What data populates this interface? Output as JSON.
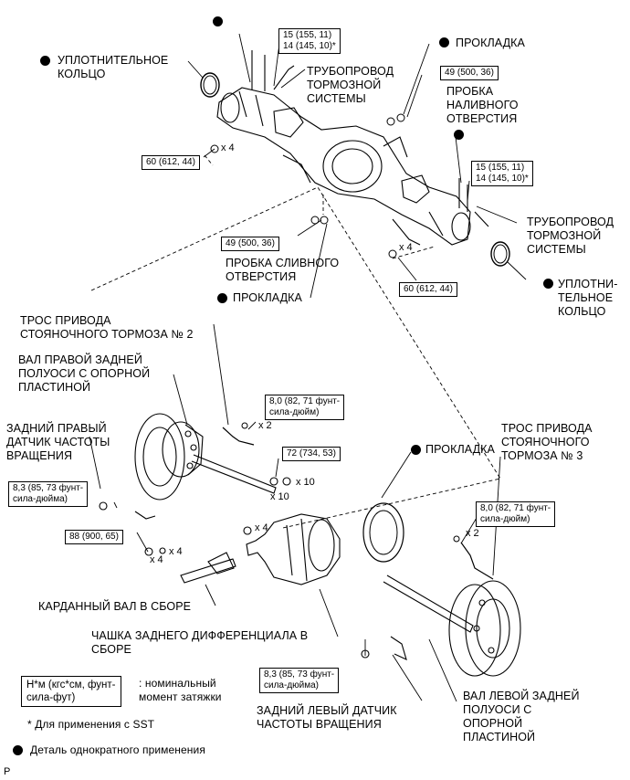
{
  "labels": {
    "seal_ring_top": "УПЛОТНИТЕЛЬНОЕ\nКОЛЬЦО",
    "brake_line_top": "ТРУБОПРОВОД\nТОРМОЗНОЙ\nСИСТЕМЫ",
    "gasket_top": "ПРОКЛАДКА",
    "fill_plug": "ПРОБКА\nНАЛИВНОГО\nОТВЕРСТИЯ",
    "brake_line_right": "ТРУБОПРОВОД\nТОРМОЗНОЙ\nСИСТЕМЫ",
    "seal_ring_right": "УПЛОТНИ-\nТЕЛЬНОЕ\nКОЛЬЦО",
    "drain_plug": "ПРОБКА СЛИВНОГО\nОТВЕРСТИЯ",
    "gasket_mid": "ПРОКЛАДКА",
    "parking_cable_2": "ТРОС ПРИВОДА\nСТОЯНОЧНОГО ТОРМОЗА № 2",
    "right_axle_shaft": "ВАЛ ПРАВОЙ ЗАДНЕЙ\nПОЛУОСИ С ОПОРНОЙ\nПЛАСТИНОЙ",
    "right_speed_sensor": "ЗАДНИЙ ПРАВЫЙ\nДАТЧИК ЧАСТОТЫ\nВРАЩЕНИЯ",
    "gasket_diff": "ПРОКЛАДКА",
    "parking_cable_3": "ТРОС ПРИВОДА\nСТОЯНОЧНОГО\nТОРМОЗА № 3",
    "propeller_shaft": "КАРДАННЫЙ ВАЛ В СБОРЕ",
    "diff_carrier": "ЧАШКА ЗАДНЕГО ДИФФЕРЕНЦИАЛА В\nСБОРЕ",
    "left_speed_sensor": "ЗАДНИЙ ЛЕВЫЙ ДАТЧИК\nЧАСТОТЫ ВРАЩЕНИЯ",
    "left_axle_shaft": "ВАЛ ЛЕВОЙ ЗАДНЕЙ\nПОЛУОСИ С\nОПОРНОЙ\nПЛАСТИНОЙ"
  },
  "torques": {
    "brake_top": "15 (155, 11)\n14 (145, 10)*",
    "fill_plug": "49 (500, 36)",
    "bolts_top_left": "60 (612, 44)",
    "brake_right": "15 (155, 11)\n14 (145, 10)*",
    "drain_plug": "49 (500, 36)",
    "bolts_right": "60 (612, 44)",
    "cable2": "8,0 (82, 71 фунт-\nсила-дюйм)",
    "diff_nuts": "72 (734, 53)",
    "right_sensor": "8,3 (85, 73 фунт-\nсила-дюйма)",
    "prop_shaft": "88 (900, 65)",
    "cable3": "8,0 (82, 71 фунт-\nсила-дюйм)",
    "left_sensor": "8,3 (85, 73 фунт-\nсила-дюйма)"
  },
  "counts": {
    "x4_a": "x 4",
    "x4_b": "x 4",
    "x2_a": "x 2",
    "x10_a": "x 10",
    "x10_b": "x 10",
    "x4_c": "x 4",
    "x4_d": "x 4",
    "x4_e": "x 4",
    "x2_b": "x 2"
  },
  "legend": {
    "unit_box": "Н*м (кгс*см, фунт-\nсила-фут)",
    "unit_desc": ": номинальный\nмомент затяжки",
    "sst_note": "* Для применения с SST",
    "single_use": "Деталь однократного применения"
  },
  "footer": {
    "code": "P"
  }
}
